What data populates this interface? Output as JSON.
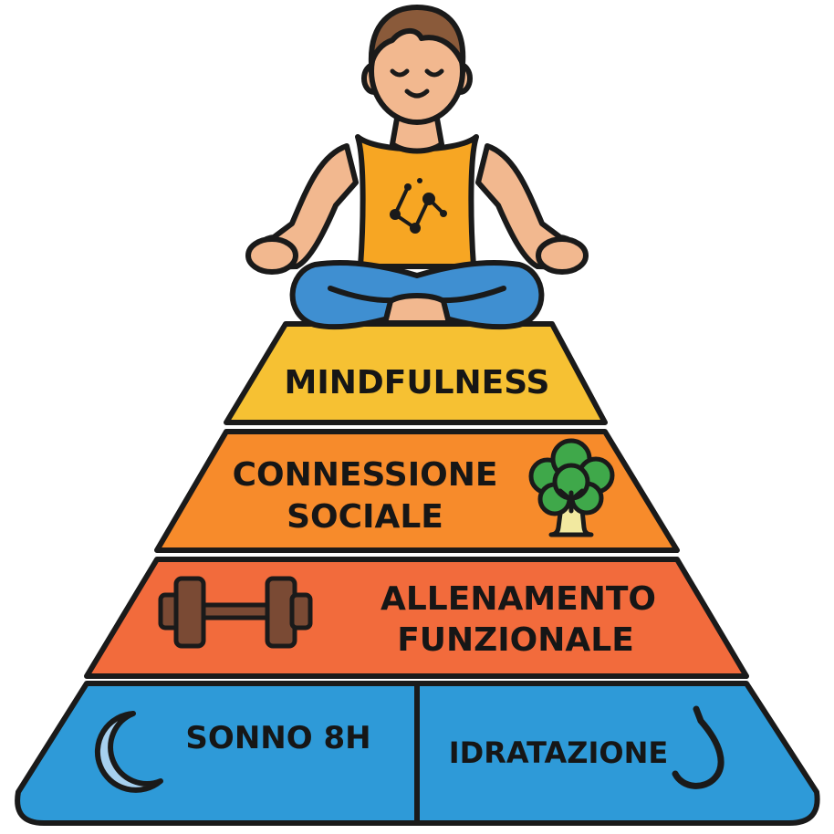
{
  "diagram": {
    "tiers": [
      {
        "id": "top",
        "lines": [
          "MINDFULNESS"
        ],
        "color": "#f6c133"
      },
      {
        "id": "second",
        "lines": [
          "CONNESSIONE",
          "SOCIALE"
        ],
        "color": "#f78b2b",
        "icon": "broccoli-icon"
      },
      {
        "id": "third",
        "lines": [
          "ALLENAMENTO",
          "FUNZIONALE"
        ],
        "color": "#f26b3c",
        "icon": "dumbbell-icon"
      }
    ],
    "base": {
      "color": "#2e9ad8",
      "left": {
        "lines": [
          "SONNO 8H"
        ],
        "icon": "moon-icon"
      },
      "right": {
        "lines": [
          "IDRATAZIONE"
        ],
        "icon": "water-drop-icon"
      }
    },
    "figure": {
      "icon": "meditating-person-icon"
    },
    "colors": {
      "outline": "#1a1a1a",
      "skin": "#f2b88f",
      "hair": "#8a5a3a",
      "shirt": "#f7a623",
      "pants": "#3f8fd1",
      "broccoli": "#3fa84a",
      "dumbbell": "#7a4a34",
      "moon": "#a6d0ef"
    }
  }
}
